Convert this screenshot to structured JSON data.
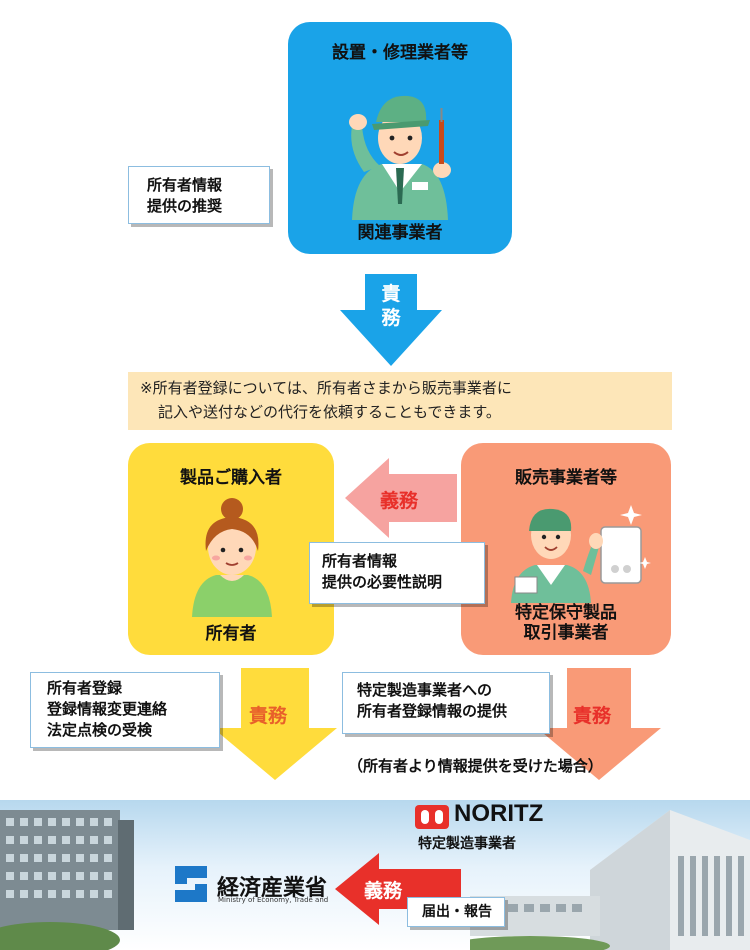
{
  "installer": {
    "title": "設置・修理業者等",
    "caption": "関連事業者"
  },
  "recommend_box": {
    "lines": [
      "所有者情報",
      "提供の推奨"
    ]
  },
  "arrow_top": {
    "label": "責務"
  },
  "note": {
    "lines": [
      "※所有者登録については、所有者さまから販売事業者に",
      "記入や送付などの代行を依頼することもできます。"
    ]
  },
  "buyer": {
    "title": "製品ご購入者",
    "caption": "所有者"
  },
  "seller": {
    "title": "販売事業者等",
    "caption_lines": [
      "特定保守製品",
      "取引事業者"
    ]
  },
  "arrow_mid": {
    "label": "義務"
  },
  "explain_box": {
    "lines": [
      "所有者情報",
      "提供の必要性説明"
    ]
  },
  "owner_duties": {
    "lines": [
      "所有者登録",
      "登録情報変更連絡",
      "法定点検の受検"
    ]
  },
  "arrow_left_down": {
    "label": "責務"
  },
  "seller_duties": {
    "lines": [
      "特定製造事業者への",
      "所有者登録情報の提供"
    ]
  },
  "arrow_right_down": {
    "label": "責務"
  },
  "condition_note": "（所有者より情報提供を受けた場合）",
  "noritz": {
    "logo": "NORITZ",
    "caption": "特定製造事業者"
  },
  "ministry": {
    "name": "経済産業省",
    "sub": "Ministry of Economy, Trade and Industry"
  },
  "arrow_bottom": {
    "label": "義務"
  },
  "report_box": {
    "label": "届出・報告"
  },
  "colors": {
    "blue": "#1aa3e8",
    "yellow": "#ffdc3c",
    "salmon": "#f99a77",
    "red_arrow": "#e8302a",
    "label_orange": "#e8602a"
  }
}
